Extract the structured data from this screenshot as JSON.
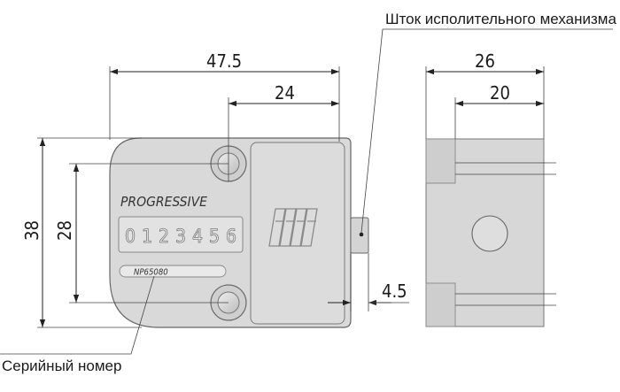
{
  "labels": {
    "actuator_rod": "Шток исполительного механизма",
    "serial_number": "Серийный номер"
  },
  "device": {
    "brand": "PROGRESSIVE",
    "counter_digits": [
      "0",
      "1",
      "2",
      "3",
      "4",
      "5",
      "6"
    ],
    "serial": "NP65080"
  },
  "dimensions": {
    "total_width": "47.5",
    "hole_to_edge": "24",
    "total_height": "38",
    "hole_spacing": "28",
    "rod_offset": "4.5",
    "side_depth": "26",
    "side_inner_depth": "20"
  },
  "colors": {
    "body_fill": "#d9d9d9",
    "outline": "#666666",
    "dimension_line": "#222222"
  }
}
